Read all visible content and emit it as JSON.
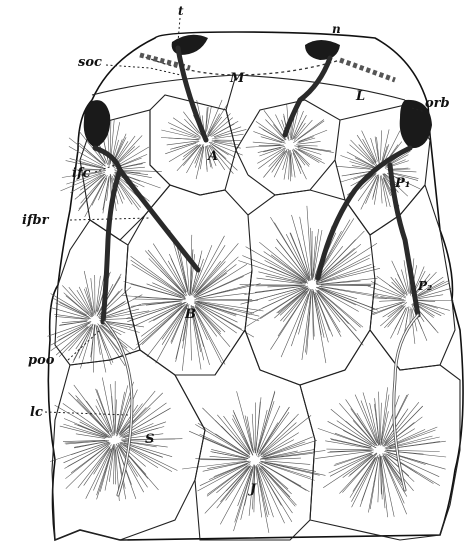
{
  "labels": {
    "t": "t",
    "n": "n",
    "soc": "soc",
    "M": "M",
    "L": "L",
    "orb": "orb",
    "A": "A",
    "ifc": "ifc",
    "P1": "P₁",
    "ifbr": "ifbr",
    "B": "B",
    "P2": "P₂",
    "poo": "poo",
    "lc": "lc",
    "S": "S",
    "J": "J"
  }
}
